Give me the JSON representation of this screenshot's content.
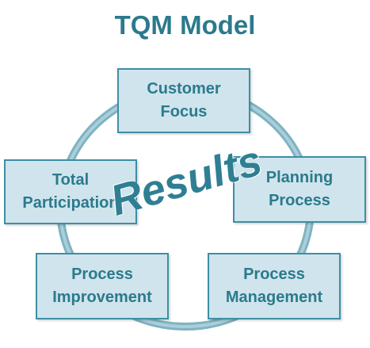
{
  "title": "TQM Model",
  "center_label": "Results",
  "elements": [
    {
      "id": "customer",
      "label": "Customer\nFocus"
    },
    {
      "id": "participation",
      "label": "Total\nParticipation"
    },
    {
      "id": "planning",
      "label": "Planning\nProcess"
    },
    {
      "id": "improvement",
      "label": "Process\nImprovement"
    },
    {
      "id": "management",
      "label": "Process\nManagement"
    }
  ],
  "colors": {
    "text": "#2b7a8c",
    "box_fill": "#cfe4ec",
    "box_border": "#3e8ea3",
    "ring": "#7fb3c2"
  }
}
